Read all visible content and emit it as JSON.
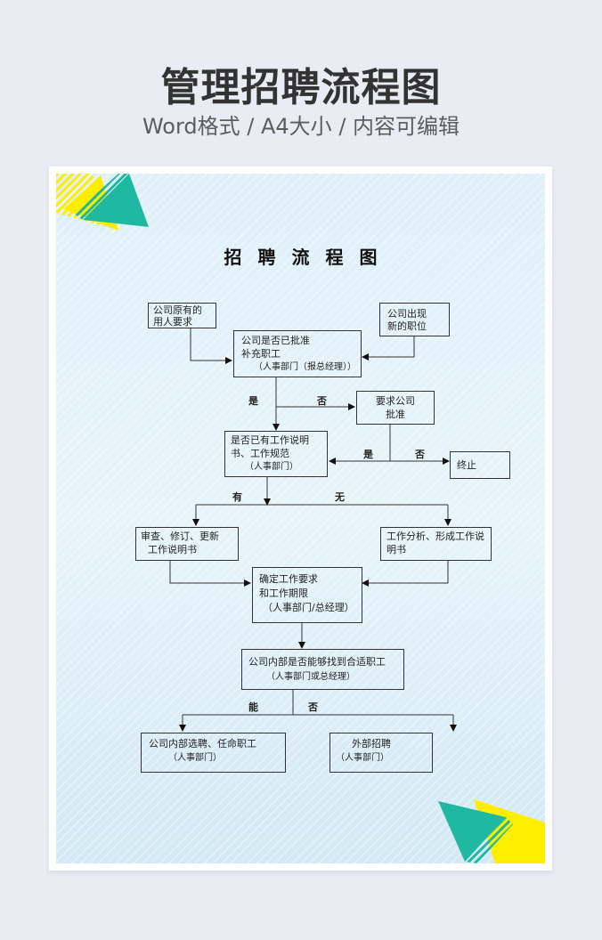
{
  "header": {
    "title": "管理招聘流程图",
    "subtitle": "Word格式 / A4大小 / 内容可编辑"
  },
  "document": {
    "title": "招聘流程图",
    "colors": {
      "teal": "#1fb8a0",
      "yellow": "#ffee00",
      "sheet_bg": "#dcedf7",
      "line": "#333333"
    },
    "nodes": {
      "original_need": {
        "lines": [
          "公司原有的",
          "用人要求"
        ]
      },
      "new_position": {
        "lines": [
          "公司出现",
          "新的职位"
        ]
      },
      "approved_check": {
        "lines": [
          "公司是否已批准",
          "补充职工"
        ],
        "sub": "（人事部门（报总经理））"
      },
      "request_approval": {
        "lines": [
          "要求公司",
          "批准"
        ]
      },
      "has_jd_check": {
        "lines": [
          "是否已有工作说明",
          "书、工作规范"
        ],
        "sub": "（人事部门）"
      },
      "terminate": {
        "lines": [
          "终止"
        ]
      },
      "review_update": {
        "lines": [
          "审查、修订、更新",
          "工作说明书"
        ]
      },
      "job_analysis": {
        "lines": [
          "工作分析、形成工作说",
          "明书"
        ]
      },
      "define_requirements": {
        "lines": [
          "确定工作要求",
          "和工作期限"
        ],
        "sub": "（人事部门/总经理）"
      },
      "internal_check": {
        "lines": [
          "公司内部是否能够找到合适职工"
        ],
        "sub": "（人事部门或总经理）"
      },
      "internal_hire": {
        "lines": [
          "公司内部选聘、任命职工"
        ],
        "sub": "（人事部门）"
      },
      "external_hire": {
        "lines": [
          "外部招聘"
        ],
        "sub": "（人事部门）"
      }
    },
    "edge_labels": {
      "approved_yes": "是",
      "approved_no": "否",
      "request_yes": "是",
      "request_no": "否",
      "jd_has": "有",
      "jd_none": "无",
      "internal_can": "能",
      "internal_cannot": "否"
    }
  }
}
